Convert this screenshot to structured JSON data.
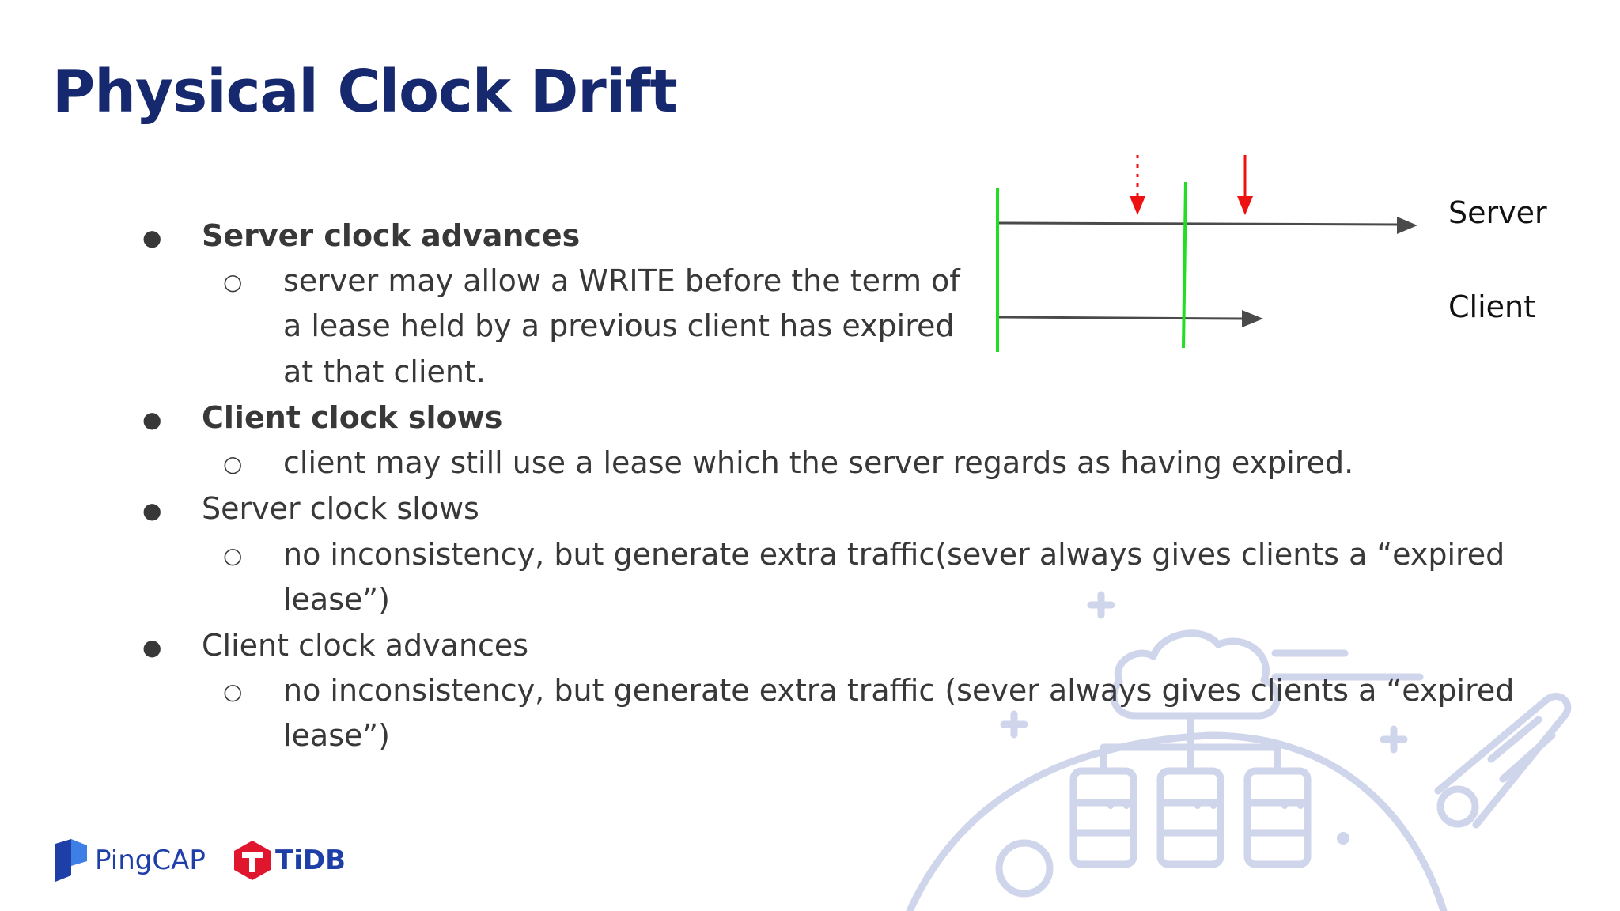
{
  "slide": {
    "title": "Physical Clock Drift"
  },
  "bullets": [
    {
      "heading": "Server clock advances",
      "sub_lines": [
        "server may allow a WRITE before the term of",
        "a lease held by a previous client has expired",
        "at that client."
      ]
    },
    {
      "heading": "Client clock slows",
      "sub_lines": [
        "client may still use a lease which the server regards as having expired."
      ]
    },
    {
      "heading": "Server clock slows",
      "sub_lines": [
        "no inconsistency, but generate extra traffic(sever always gives clients a “expired",
        "lease”)"
      ]
    },
    {
      "heading": "Client clock advances",
      "sub_lines": [
        "no inconsistency, but generate extra traffic (sever always gives clients a “expired",
        "lease”)"
      ]
    }
  ],
  "diagram": {
    "server_label": "Server",
    "client_label": "Client",
    "colors": {
      "timeline": "#4a4a4a",
      "boundary": "#22dd22",
      "event_arrow": "#ee1111"
    }
  },
  "footer": {
    "pingcap_logo_text": "PingCAP",
    "tidb_logo_text": "TiDB",
    "colors": {
      "pingcap_blue": "#1f3fa8",
      "tidb_red": "#e0152e",
      "tidb_text": "#1f3fa8"
    }
  },
  "decoration": {
    "color": "#c9d0e8",
    "icon": "cloud-database-illustration"
  }
}
